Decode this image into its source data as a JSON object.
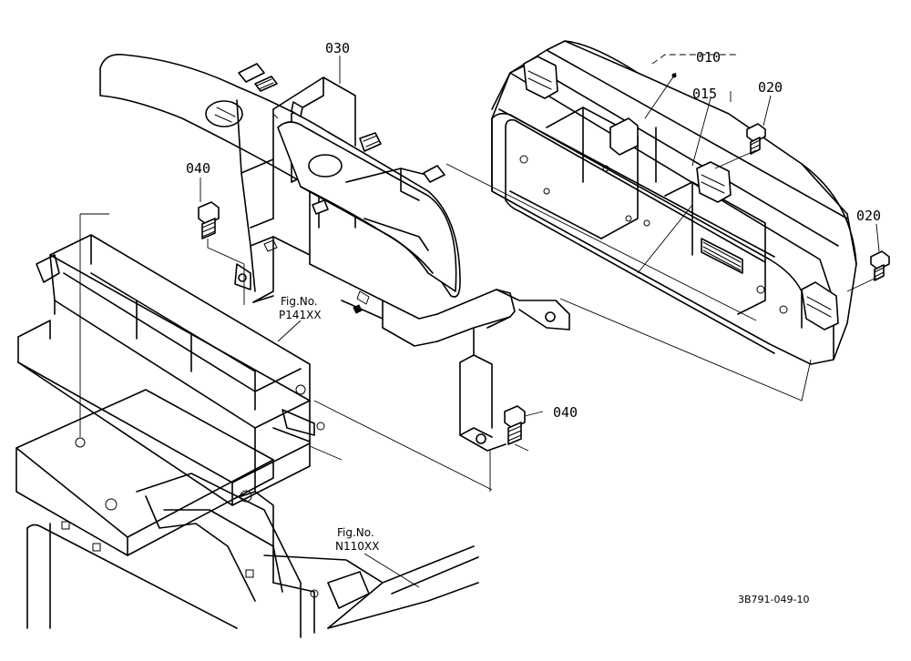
{
  "part_labels": {
    "p030": "030",
    "p040_top": "040",
    "p040_bottom": "040",
    "p010": "010",
    "p015": "015",
    "p020_top": "020",
    "p020_right": "020"
  },
  "figure_refs": {
    "ref1_line1": "Fig.No.",
    "ref1_line2": "P141XX",
    "ref2_line1": "Fig.No.",
    "ref2_line2": "N110XX"
  },
  "drawing_code": "3B791-049-10"
}
